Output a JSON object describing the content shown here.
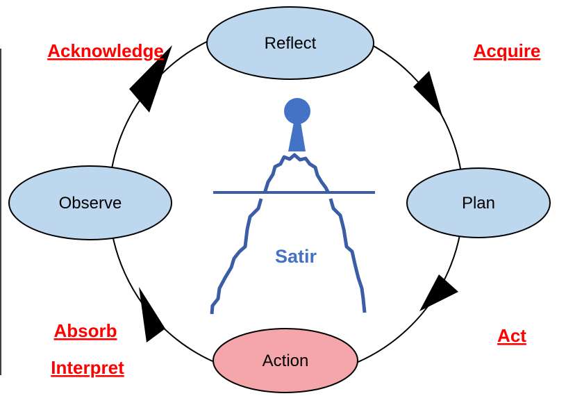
{
  "nodes": {
    "reflect": "Reflect",
    "plan": "Plan",
    "action": "Action",
    "observe": "Observe"
  },
  "phases": {
    "acknowledge": "Acknowledge",
    "acquire": "Acquire",
    "act": "Act",
    "absorb": "Absorb",
    "interpret": "Interpret"
  },
  "center": {
    "label": "Satir"
  },
  "colors": {
    "node_fill": "#bdd7ee",
    "action_fill": "#f4a6aa",
    "phase_text": "#ff0000",
    "iceberg": "#3a5da5",
    "satir_text": "#4472c4",
    "figure": "#4472c4"
  }
}
